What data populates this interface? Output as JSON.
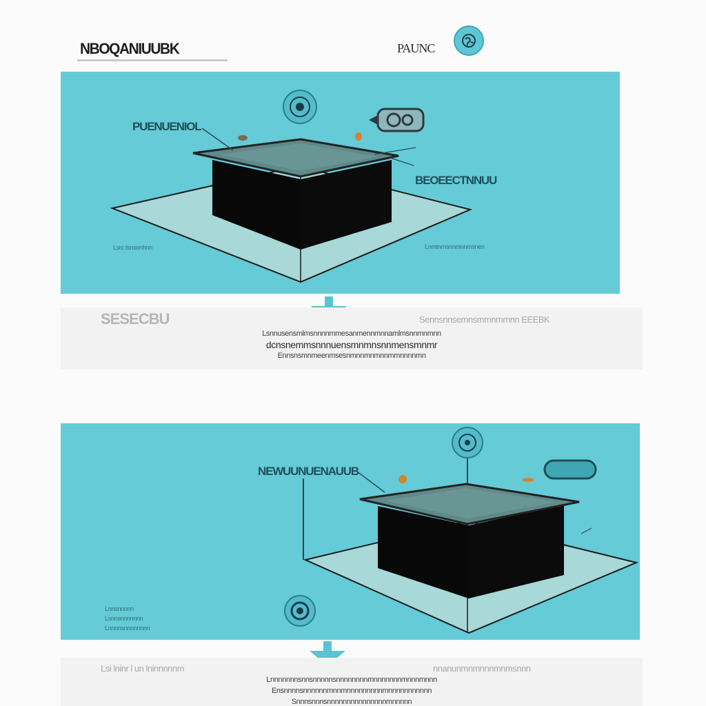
{
  "header": {
    "title": "NBOQANIUUBK",
    "menu_label": "PAUNC",
    "globe_icon": "globe-icon"
  },
  "colors": {
    "panel": "#64cbd7",
    "floor": "#a8d8d8",
    "box": "#080808",
    "lid": "#5e8a8a",
    "accent_orange": "#d8822a",
    "caption_bg": "#f2f2f2"
  },
  "panel_1": {
    "label_left": "PUENUENIOL",
    "label_right": "BEOEECTNNUU",
    "small_left": "Lsrc tsnsonhnn",
    "small_right": "Lnmtnrnsnnmnnmsnen",
    "icons": [
      "target-icon",
      "speaker-icon"
    ]
  },
  "panel_2": {
    "label_top": "NEWUUNUENAUUB",
    "small_lines": [
      "Lnnsnnnnn",
      "Lsnnsnnnnnnn",
      "Lnnnnsnnnnnnnn"
    ],
    "icons": [
      "target-icon",
      "pill-icon",
      "globe-icon"
    ]
  },
  "caption_1": {
    "heading": "SESECBU",
    "side_text": "Sennsnnsemnsmmnmmnn EEEBK",
    "lines": [
      "Lsnnusensmlmsnnnnmmesanmennmnnamlmsnnmnmnn",
      "dcnsnemmsnnnuensmnmnsnnmensmnmr",
      "Ennsnsmnmeenmsesnmnnmnmnnmmnnnnmn"
    ]
  },
  "caption_2": {
    "heading": "Lsi lninr l un lninnnnnm",
    "side_text": "nnanunmnmnnnmnmsnnn",
    "lines": [
      "Lnnnnnnnsnnsnnnnnsnnnnnnnnmnnnnnnnmnnnmnnn",
      "Ensnnnnsnnnnnnmnnmnnnnnnnnnmnnnnnnnnnnn",
      "Snnnsnnnsnnnnnnnnnnnnnnnmnnnnn"
    ]
  }
}
